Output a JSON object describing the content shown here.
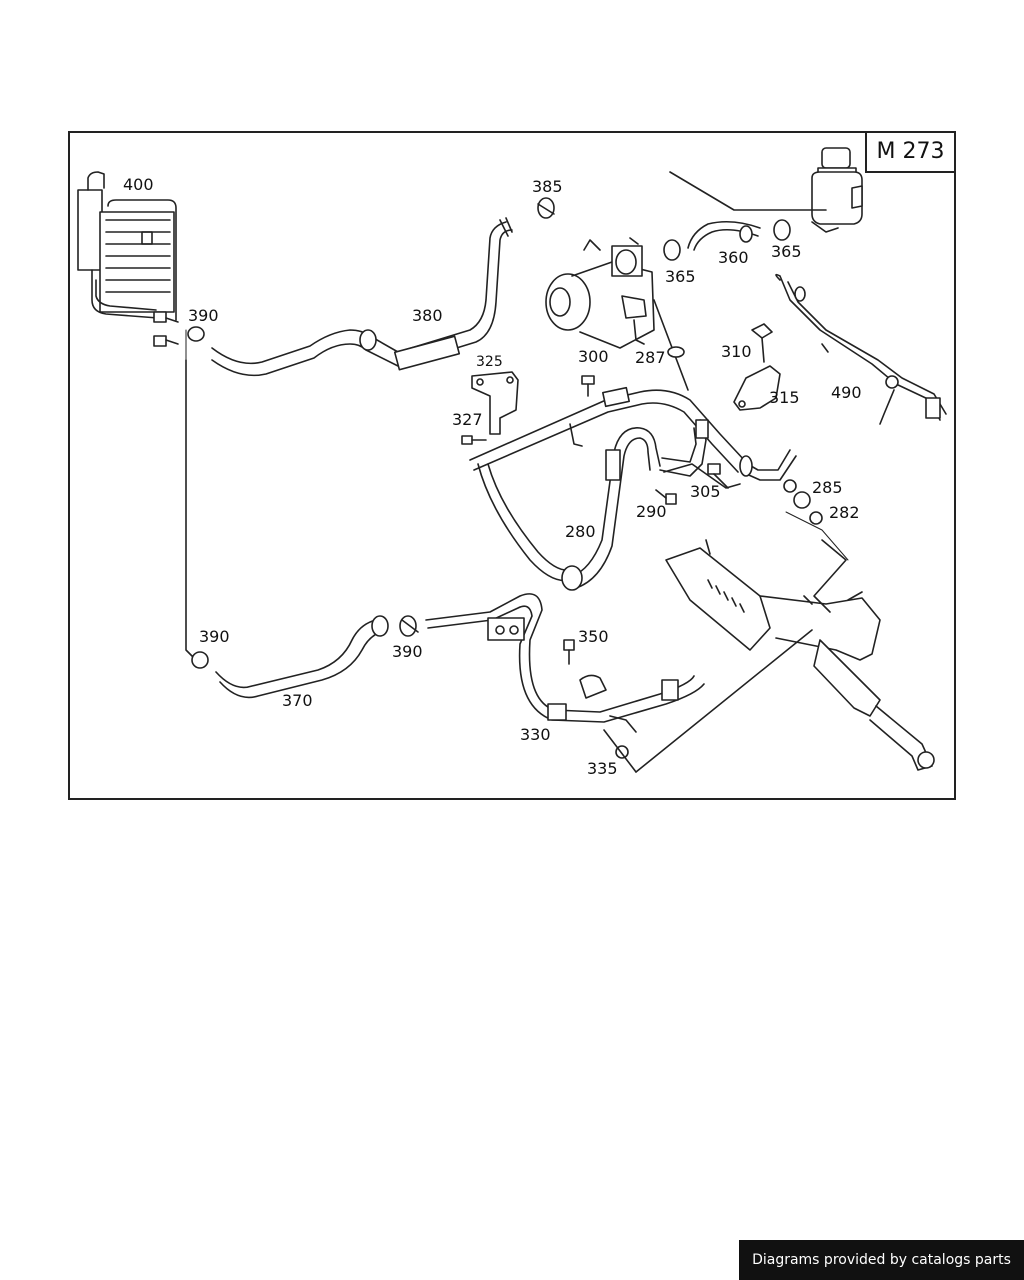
{
  "diagram": {
    "model": "M 273",
    "labels": {
      "p400": "400",
      "p385": "385",
      "p390a": "390",
      "p380": "380",
      "p365a": "365",
      "p365b": "365",
      "p360": "360",
      "p287": "287",
      "p300": "300",
      "p325": "325",
      "p310": "310",
      "p315": "315",
      "p490": "490",
      "p327": "327",
      "p305": "305",
      "p285": "285",
      "p290": "290",
      "p282": "282",
      "p280": "280",
      "p390b": "390",
      "p350": "350",
      "p390c": "390",
      "p370": "370",
      "p330": "330",
      "p335": "335"
    }
  },
  "footer": {
    "credit": "Diagrams provided by catalogs parts"
  }
}
